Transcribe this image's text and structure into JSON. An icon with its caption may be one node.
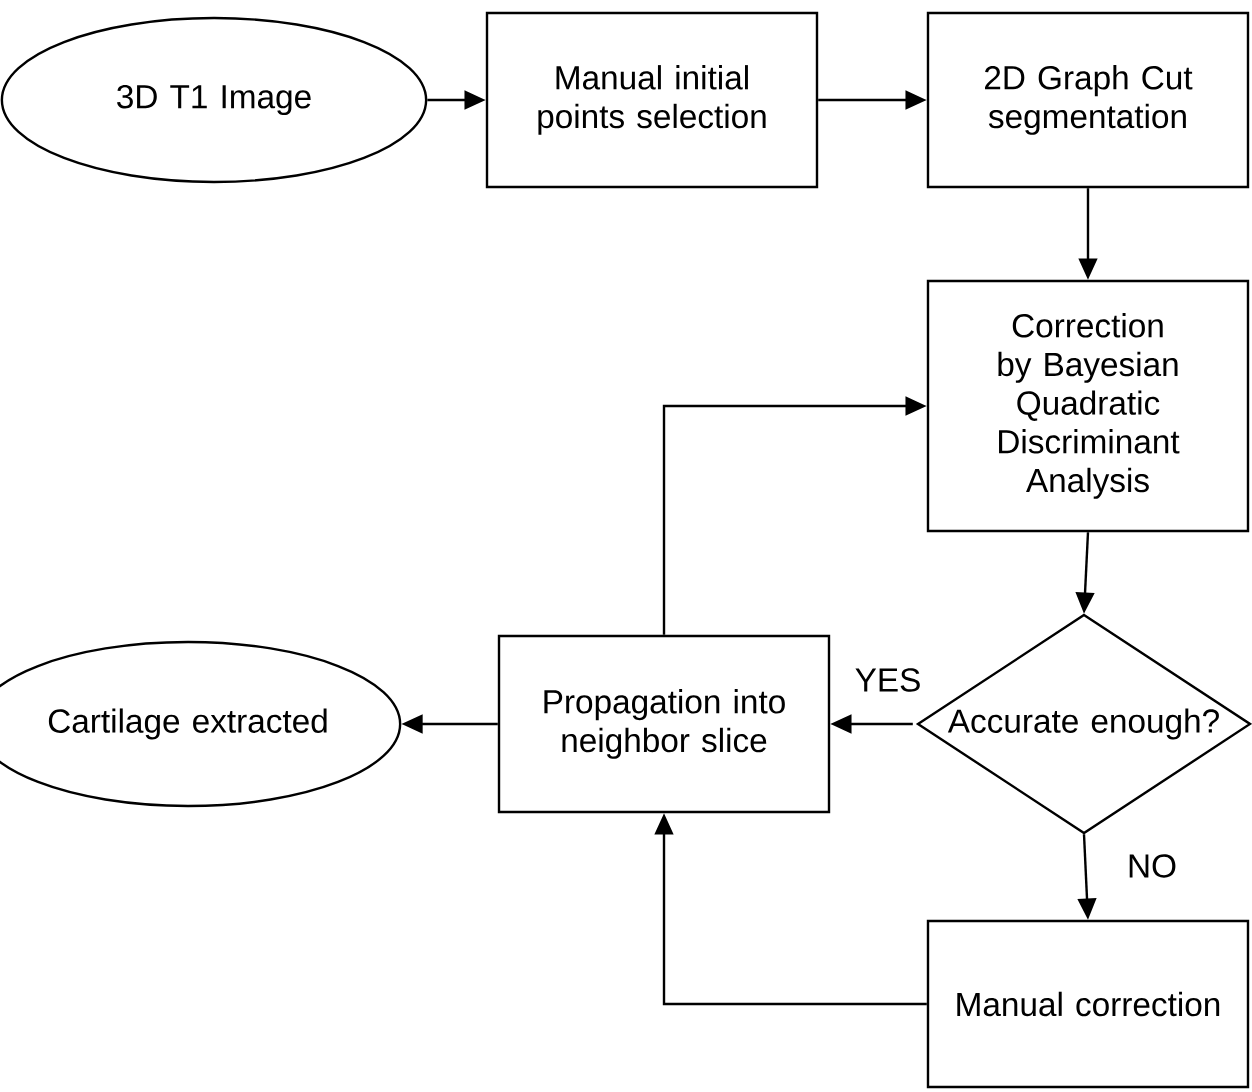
{
  "diagram": {
    "nodes": [
      {
        "text": [
          "3D T1 Image"
        ]
      },
      {
        "text": [
          "Manual initial points selection"
        ]
      },
      {
        "text": [
          "2D Graph Cut segmentation"
        ]
      },
      {
        "text": [
          "Correction by Bayesian Quadratic Discriminant Analysis"
        ]
      },
      {
        "text": [
          "Accurate enough?"
        ]
      },
      {
        "text": [
          "Propagation into neighbor slice"
        ]
      },
      {
        "text": [
          "Cartilage extracted"
        ]
      },
      {
        "text": [
          "Manual correction"
        ]
      }
    ],
    "edges": [
      {
        "from": 0,
        "to": 1,
        "arrow": "to"
      },
      {
        "from": 1,
        "to": 2,
        "arrow": "to"
      },
      {
        "from": 2,
        "to": 3,
        "arrow": "to"
      },
      {
        "from": 3,
        "to": 4,
        "arrow": "to"
      },
      {
        "from": 4,
        "to": 5,
        "arrow": "to",
        "label": "YES"
      },
      {
        "from": 4,
        "to": 7,
        "arrow": "to",
        "label": "NO"
      },
      {
        "from": 5,
        "to": 6,
        "arrow": "to"
      },
      {
        "from": 7,
        "to": 5,
        "arrow": "to"
      },
      {
        "from": 5,
        "to": 3,
        "arrow": "to"
      }
    ]
  }
}
